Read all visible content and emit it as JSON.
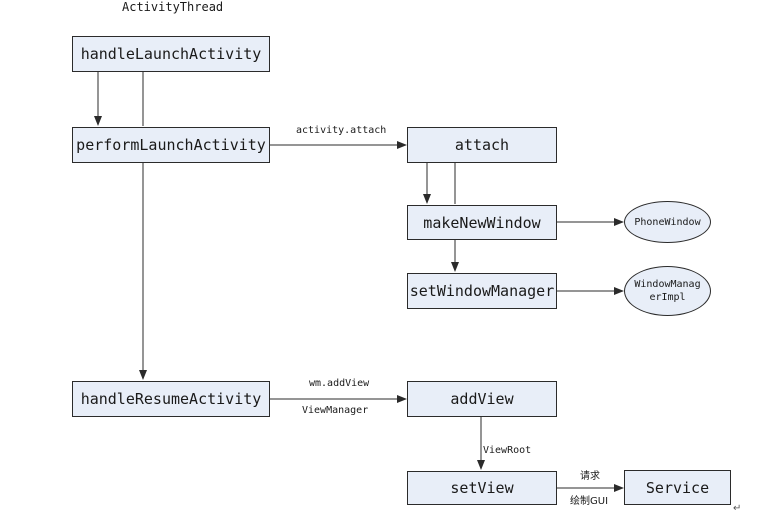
{
  "title": "ActivityThread",
  "nodes": {
    "handleLaunchActivity": "handleLaunchActivity",
    "performLaunchActivity": "performLaunchActivity",
    "handleResumeActivity": "handleResumeActivity",
    "attach": "attach",
    "makeNewWindow": "makeNewWindow",
    "setWindowManager": "setWindowManager",
    "addView": "addView",
    "setView": "setView",
    "service": "Service",
    "phoneWindow": "PhoneWindow",
    "windowManagerImpl_line1": "WindowManag",
    "windowManagerImpl_line2": "erImpl"
  },
  "edge_labels": {
    "activity_attach": "activity.attach",
    "wm_addView": "wm.addView",
    "viewManager": "ViewManager",
    "viewRoot": "ViewRoot",
    "request": "请求",
    "draw_gui": "绘制GUI"
  },
  "colors": {
    "node_fill": "#e8eef8",
    "stroke": "#2b2b2b"
  }
}
